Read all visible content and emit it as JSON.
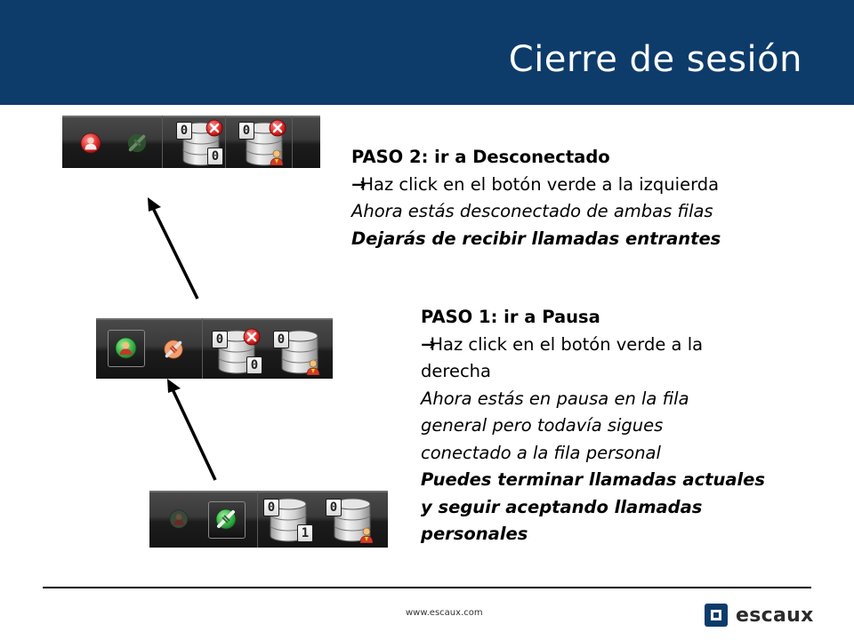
{
  "slide": {
    "title": "Cierre de sesión",
    "colors": {
      "header": "#0d3c6b",
      "accent_green": "#3ab54a",
      "accent_red": "#e03030"
    }
  },
  "toolbars": [
    {
      "name": "toolbar-state-disconnected",
      "status_button": "red-agent-icon",
      "pause_button": "plug-icon",
      "queues": [
        {
          "top_badge": "0",
          "bottom_badge": "0",
          "status": "x-mark-icon",
          "type": "general"
        },
        {
          "top_badge": "0",
          "status": "x-mark-icon",
          "type": "personal"
        }
      ]
    },
    {
      "name": "toolbar-state-paused",
      "status_button": "green-agent-icon",
      "pause_button": "plug-icon",
      "queues": [
        {
          "top_badge": "0",
          "bottom_badge": "0",
          "status": "x-mark-icon",
          "type": "general"
        },
        {
          "top_badge": "0",
          "type": "personal"
        }
      ]
    },
    {
      "name": "toolbar-state-connected",
      "status_button": "agent-icon",
      "pause_button": "green-plug-icon",
      "queues": [
        {
          "top_badge": "0",
          "bottom_badge": "1",
          "type": "general"
        },
        {
          "top_badge": "0",
          "type": "personal"
        }
      ]
    }
  ],
  "step2": {
    "heading": "PASO 2: ir a Desconectado",
    "arrow": "→",
    "instruction": "Haz click en el botón verde a la izquierda",
    "note": "Ahora estás desconectado de ambas filas",
    "warning": "Dejarás de recibir llamadas entrantes"
  },
  "step1": {
    "heading": "PASO 1: ir a Pausa",
    "arrow": "→",
    "instruction_line1": "Haz click en el botón verde a la",
    "instruction_line2": "derecha",
    "note_line1": "Ahora estás en pausa en la fila",
    "note_line2": "general pero todavía sigues",
    "note_line3": "conectado a la fila personal",
    "emph_line1": "Puedes terminar llamadas actuales",
    "emph_line2": "y seguir aceptando llamadas",
    "emph_line3": "personales"
  },
  "footer": {
    "url": "www.escaux.com",
    "logo_text": "escaux"
  }
}
